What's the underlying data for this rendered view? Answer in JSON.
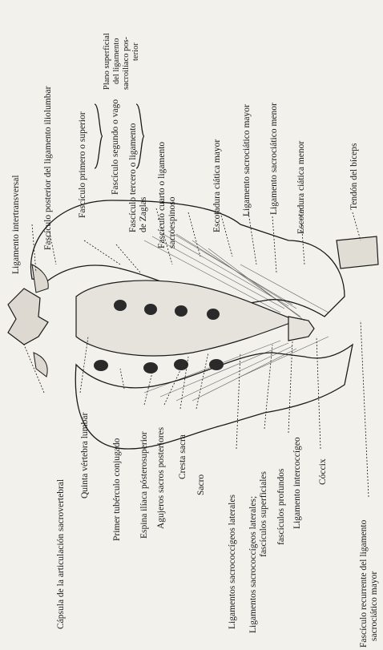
{
  "labels": {
    "ligamento_intertransversal": "Ligamento intertransversal",
    "fasciculo_posterior_iliolumbar": "Fascículo posterior del ligamento iliolumbar",
    "fasciculo_primero": "Fascículo primero o superior",
    "fasciculo_segundo": "Fascículo segundo o vago",
    "fasciculo_tercero_1": "Fascículo tercero o ligamento",
    "fasciculo_tercero_2": "de Zaglas",
    "fasciculo_cuarto_1": "Fascículo cuarto o ligamento",
    "fasciculo_cuarto_2": "sacroespinoso",
    "plano_superficial_1": "Plano superficial",
    "plano_superficial_2": "del ligamento",
    "plano_superficial_3": "sacroilíaco pos-",
    "plano_superficial_4": "terior",
    "escotadura_ciatica_mayor": "Escotadura ciática mayor",
    "ligamento_sacrociatico_mayor": "Ligamento sacrociático mayor",
    "ligamento_sacrociatico_menor": "Ligamento sacrociático menor",
    "escotadura_ciatica_menor": "Escotadura ciática menor",
    "tendon_biceps": "Tendón del bíceps",
    "capsula_sacrovertebral": "Cápsula de la articulación sacrovertebral",
    "quinta_vertebra": "Quinta vértebra lumbar",
    "primer_tuberculo": "Primer tubérculo conjugado",
    "espina_iliaca": "Espina ilíaca pósterosuperior",
    "agujeros_sacros": "Agujeros sacros posteriores",
    "cresta_sacra": "Cresta sacra",
    "sacro": "Sacro",
    "lig_sacrococcigeos_laterales": "Ligamentos sacrococcígeos laterales",
    "lig_sacrococcigeos_post_1": "Ligamentos sacrococcígeos laterales;",
    "lig_sacrococcigeos_post_2": "fascículos superficiales",
    "fasciculos_profundos": "fascículos profundos",
    "ligamento_intercoccigeo": "Ligamento intercoccígeo",
    "coccix": "Cóccix",
    "fasciculo_recurrente_1": "Fascículo recurrente del ligamento",
    "fasciculo_recurrente_2": "sacrociático mayor"
  },
  "colors": {
    "background": "#f3f1ec",
    "ink": "#1a1a1a",
    "foramen": "#2a2a2a"
  }
}
